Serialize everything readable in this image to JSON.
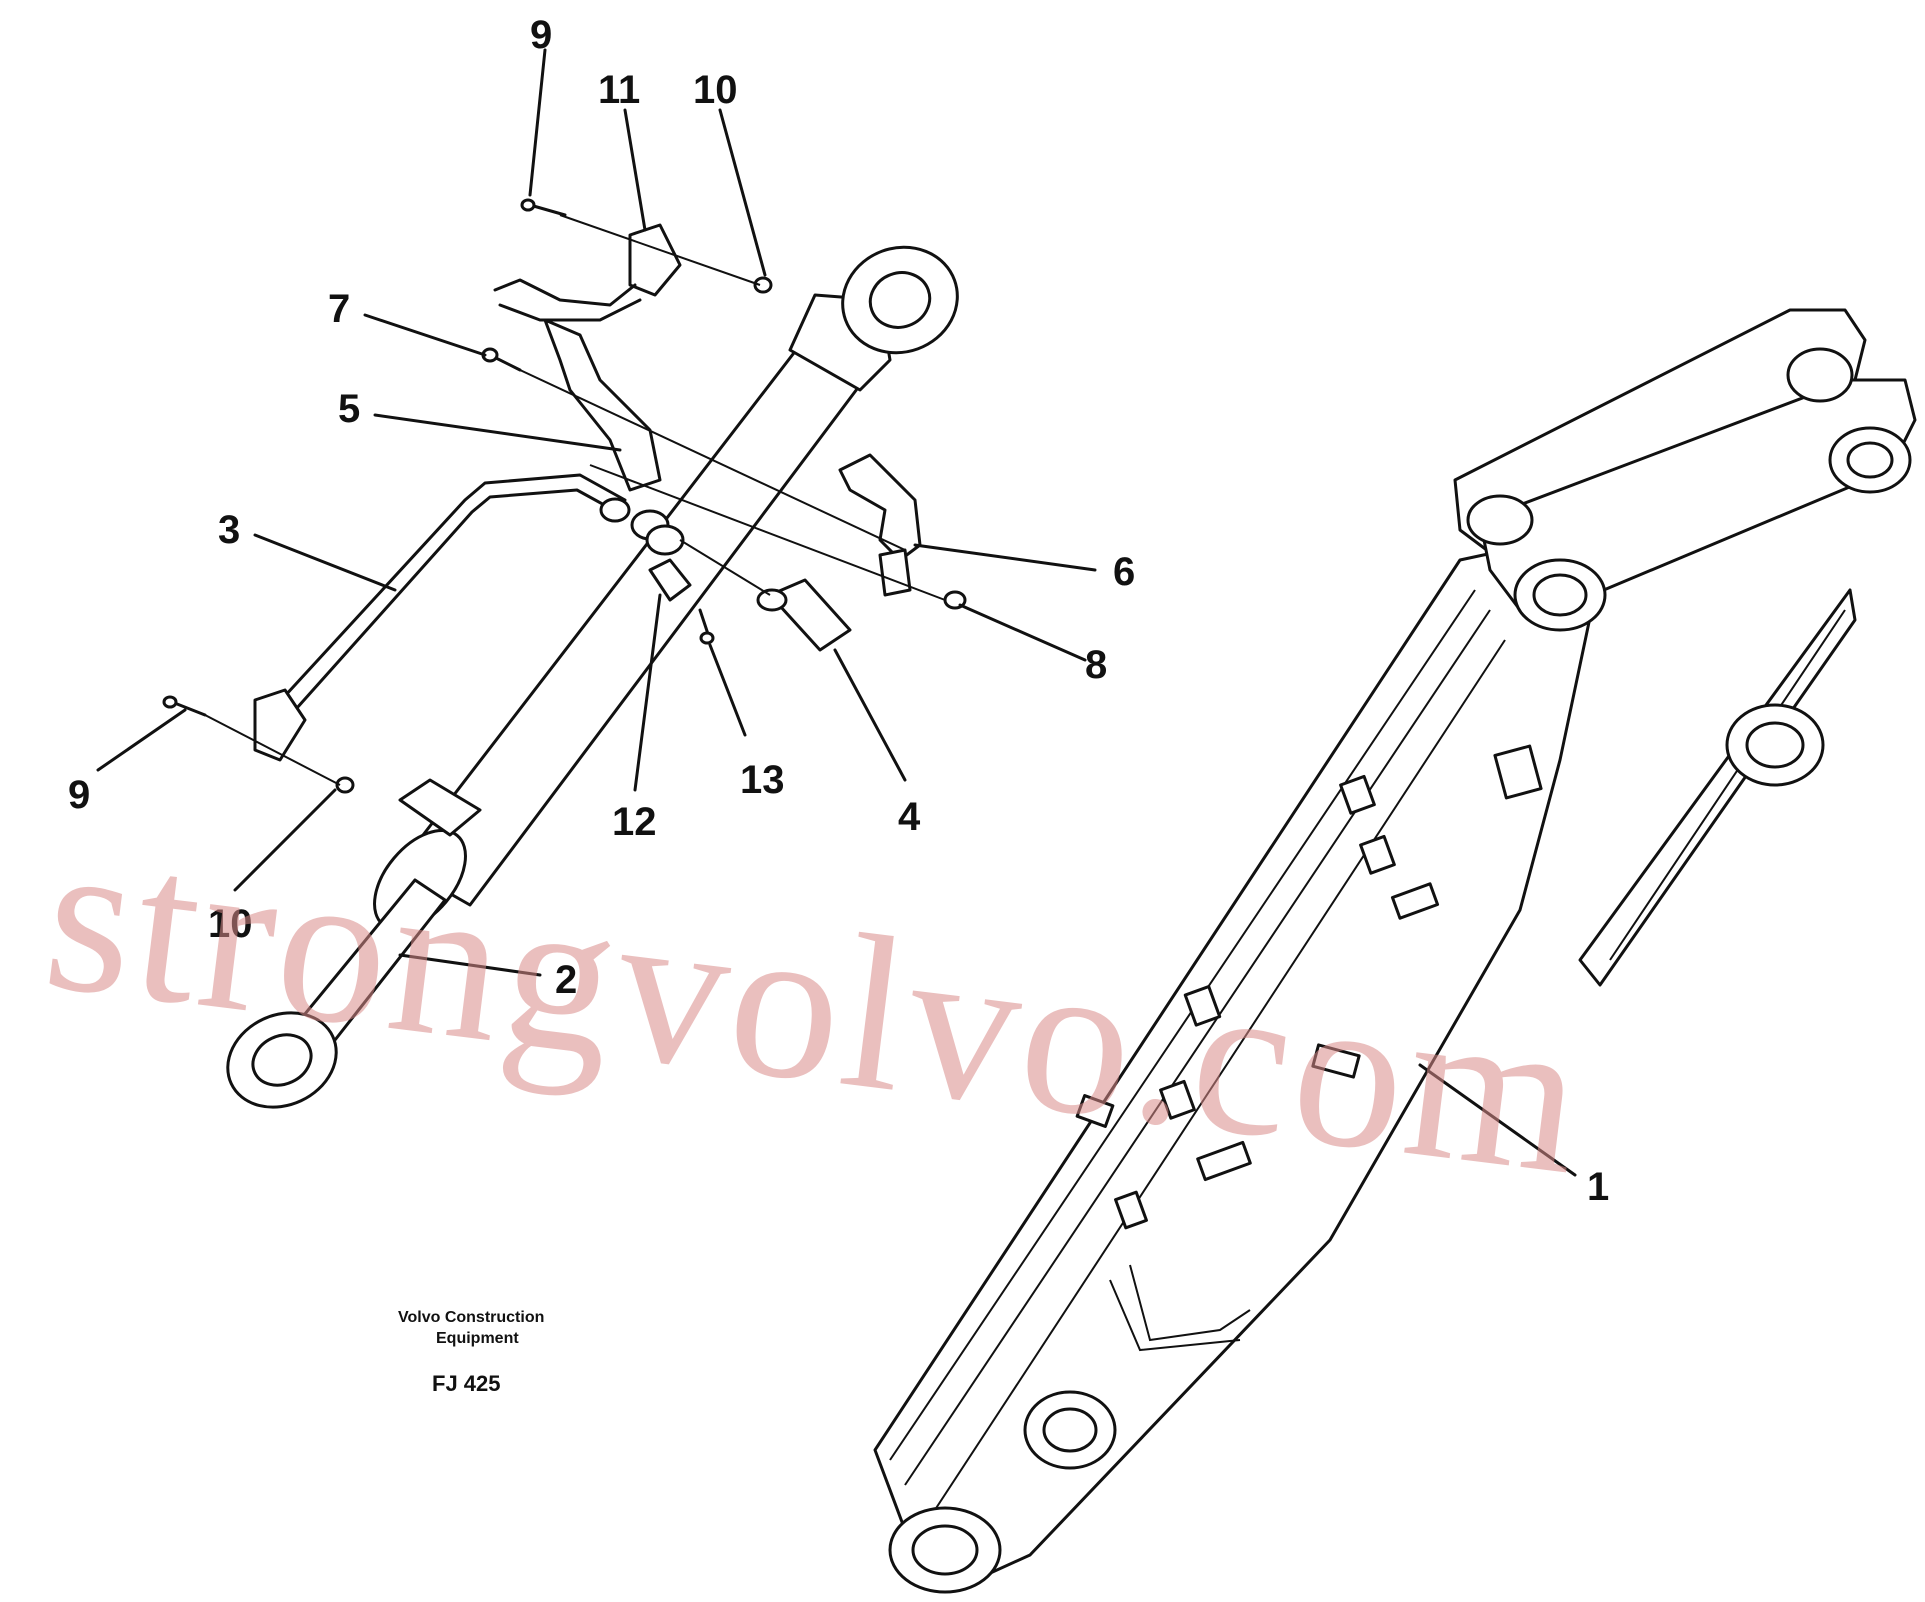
{
  "diagram": {
    "callouts": {
      "c1": "1",
      "c2": "2",
      "c3": "3",
      "c4": "4",
      "c5": "5",
      "c6": "6",
      "c7": "7",
      "c8": "8",
      "c9a": "9",
      "c9b": "9",
      "c10a": "10",
      "c10b": "10",
      "c11": "11",
      "c12": "12",
      "c13": "13"
    },
    "credit_line1": "Volvo Construction",
    "credit_line2": "Equipment",
    "figure_code": "FJ 425",
    "watermark": "strongvolvo.com"
  }
}
